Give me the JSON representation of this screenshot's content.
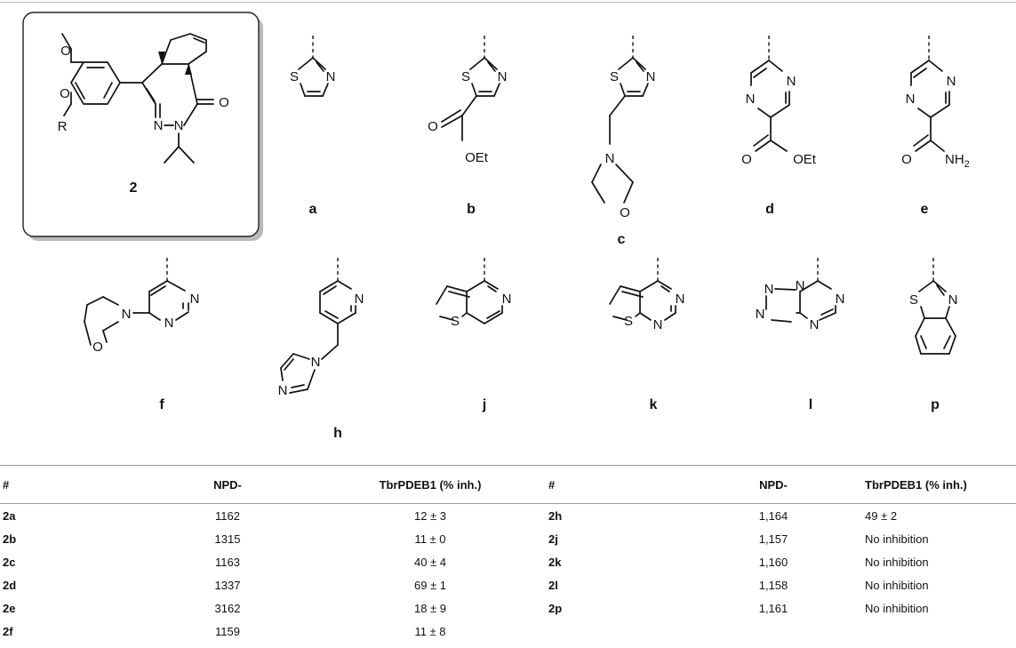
{
  "scheme": {
    "core_label": "2",
    "core_atoms": {
      "o_methoxy": "O",
      "o_r": "O",
      "r_group": "R",
      "n1": "N",
      "n2": "N",
      "carbonyl_o": "O"
    },
    "substituents": [
      {
        "id": "a"
      },
      {
        "id": "b",
        "ester": "OEt"
      },
      {
        "id": "c"
      },
      {
        "id": "d",
        "ester": "OEt"
      },
      {
        "id": "e",
        "amide": "NH",
        "amide_sub": "2"
      },
      {
        "id": "f"
      },
      {
        "id": "h"
      },
      {
        "id": "j"
      },
      {
        "id": "k"
      },
      {
        "id": "l"
      },
      {
        "id": "p"
      }
    ]
  },
  "table": {
    "headers": [
      "#",
      "NPD-",
      "TbrPDEB1 (% inh.)",
      "#",
      "NPD-",
      "TbrPDEB1 (% inh.)"
    ],
    "left_rows": [
      {
        "id": "2a",
        "npd": "1162",
        "inh": "12 ± 3"
      },
      {
        "id": "2b",
        "npd": "1315",
        "inh": "11 ± 0"
      },
      {
        "id": "2c",
        "npd": "1163",
        "inh": "40 ± 4"
      },
      {
        "id": "2d",
        "npd": "1337",
        "inh": "69 ± 1"
      },
      {
        "id": "2e",
        "npd": "3162",
        "inh": "18 ± 9"
      },
      {
        "id": "2f",
        "npd": "1159",
        "inh": "11 ± 8"
      }
    ],
    "right_rows": [
      {
        "id": "2h",
        "npd": "1,164",
        "inh": "49 ± 2"
      },
      {
        "id": "2j",
        "npd": "1,157",
        "inh": "No inhibition"
      },
      {
        "id": "2k",
        "npd": "1,160",
        "inh": "No inhibition"
      },
      {
        "id": "2l",
        "npd": "1,158",
        "inh": "No inhibition"
      },
      {
        "id": "2p",
        "npd": "1,161",
        "inh": "No inhibition"
      },
      {
        "id": "",
        "npd": "",
        "inh": ""
      }
    ]
  }
}
